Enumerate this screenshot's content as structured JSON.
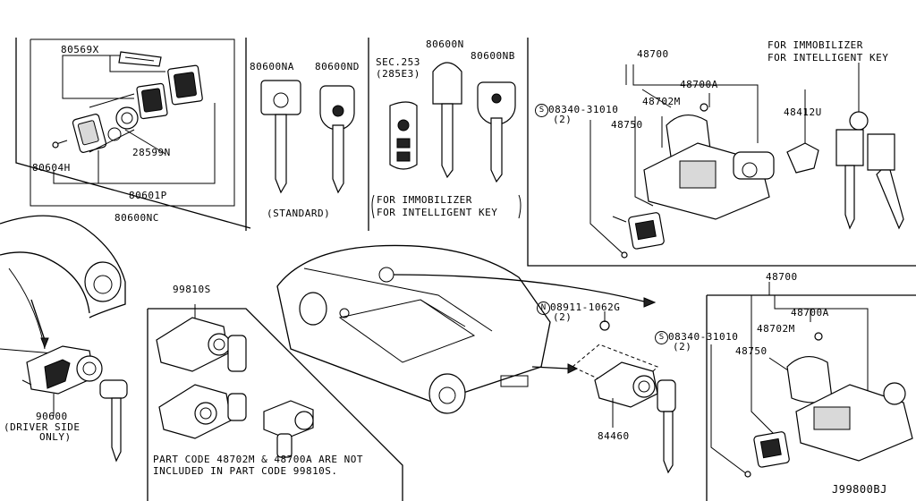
{
  "labels": {
    "p80569x": "80569X",
    "p28599n": "28599N",
    "p80604h": "80604H",
    "p80601p": "80601P",
    "p80600nc": "80600NC",
    "p80600na": "80600NA",
    "p80600nd": "80600ND",
    "standard": "(STANDARD)",
    "sec253": "SEC.253",
    "sec253b": "(285E3)",
    "p80600n": "80600N",
    "p80600nb": "80600NB",
    "note_immob_mid_1": "FOR IMMOBILIZER",
    "note_immob_mid_2": "FOR INTELLIGENT KEY",
    "note_immob_top_1": "FOR IMMOBILIZER",
    "note_immob_top_2": "FOR INTELLIGENT KEY",
    "p48700_top": "48700",
    "p48700a_top": "48700A",
    "p48702m_top": "48702M",
    "p48750_top": "48750",
    "s08340_top": "08340-31010",
    "s08340_top_qty": "(2)",
    "p48412u": "48412U",
    "p99810s": "99810S",
    "n08911": "08911-1062G",
    "n08911_qty": "(2)",
    "p84460": "84460",
    "p48700_bot": "48700",
    "p48700a_bot": "48700A",
    "p48702m_bot": "48702M",
    "p48750_bot": "48750",
    "s08340_bot": "08340-31010",
    "s08340_bot_qty": "(2)",
    "p90600": "90600",
    "driver_side_1": "(DRIVER SIDE",
    "driver_side_2": "ONLY)",
    "part_note_1": "PART CODE 48702M & 48700A ARE NOT",
    "part_note_2": "INCLUDED IN PART CODE 99810S.",
    "diagram_code": "J99800BJ",
    "circle_s": "S",
    "circle_n": "N"
  }
}
